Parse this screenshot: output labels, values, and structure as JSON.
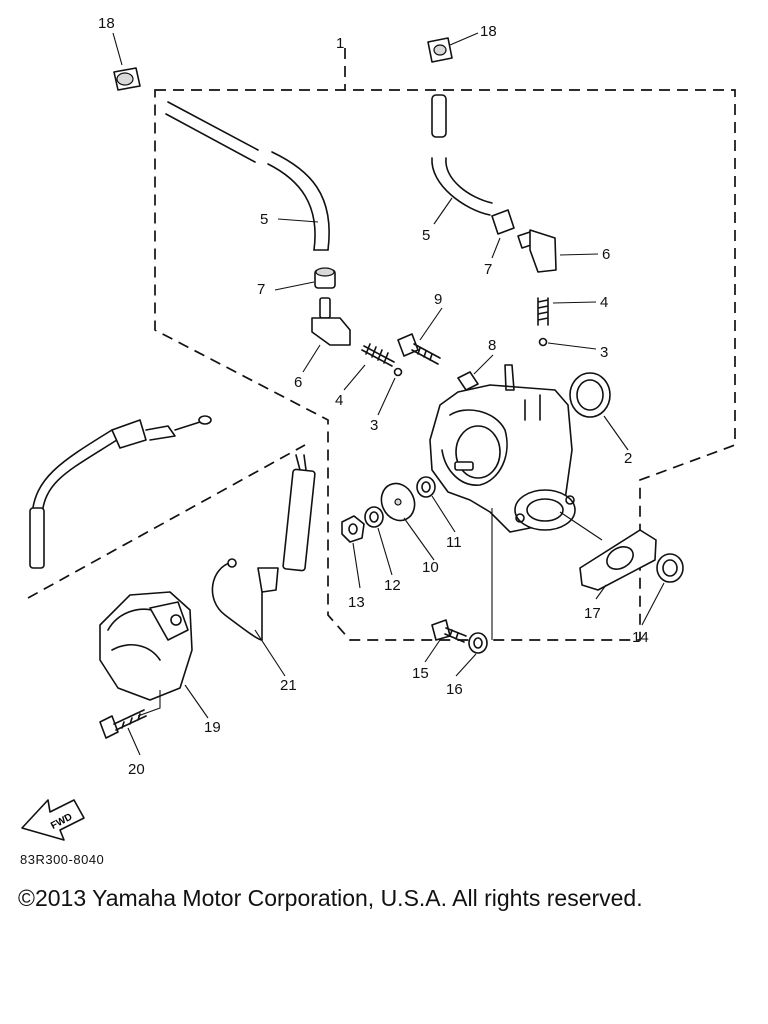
{
  "diagram": {
    "callouts": [
      "1",
      "2",
      "3",
      "3",
      "4",
      "4",
      "5",
      "5",
      "6",
      "6",
      "7",
      "7",
      "8",
      "9",
      "10",
      "11",
      "12",
      "13",
      "14",
      "15",
      "16",
      "17",
      "18",
      "18",
      "19",
      "20",
      "21"
    ],
    "direction_label": "FWD",
    "drawing_code": "83R300-8040"
  },
  "footer": {
    "copyright": "©2013 Yamaha Motor Corporation, U.S.A. All rights reserved."
  }
}
